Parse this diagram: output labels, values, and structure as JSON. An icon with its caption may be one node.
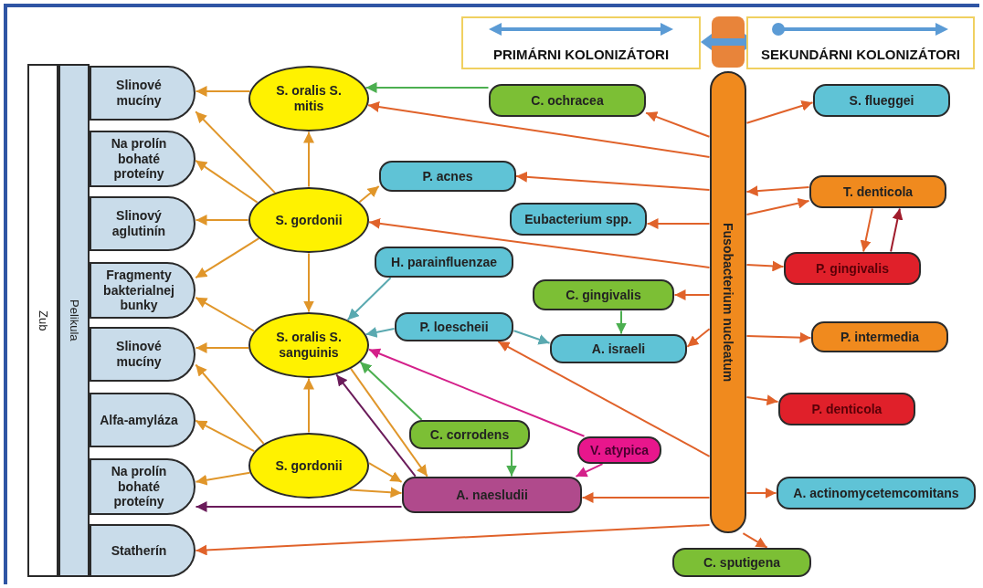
{
  "diagram": {
    "nodes": [
      {
        "text": [
          "Zub"
        ]
      },
      {
        "text": [
          "Pelikula"
        ]
      },
      {
        "text": [
          "Slinové mucíny"
        ]
      },
      {
        "text": [
          "Na prolín bohaté proteíny"
        ]
      },
      {
        "text": [
          "Slinový aglutinín"
        ]
      },
      {
        "text": [
          "Fragmenty bakterialnej bunky"
        ]
      },
      {
        "text": [
          "Slinové mucíny"
        ]
      },
      {
        "text": [
          "Alfa-amyláza"
        ]
      },
      {
        "text": [
          "Na prolín bohaté proteíny"
        ]
      },
      {
        "text": [
          "Statherín"
        ]
      },
      {
        "text": [
          "S. oralis S. mitis"
        ]
      },
      {
        "text": [
          "S. gordonii"
        ]
      },
      {
        "text": [
          "S. oralis S. sanguinis"
        ]
      },
      {
        "text": [
          "S. gordonii"
        ]
      },
      {
        "text": [
          "C. ochracea"
        ]
      },
      {
        "text": [
          "P. acnes"
        ]
      },
      {
        "text": [
          "Eubacterium spp."
        ]
      },
      {
        "text": [
          "H. parainfluenzae"
        ]
      },
      {
        "text": [
          "C. gingivalis"
        ]
      },
      {
        "text": [
          "P. loescheii"
        ]
      },
      {
        "text": [
          "A. israeli"
        ]
      },
      {
        "text": [
          "C. corrodens"
        ]
      },
      {
        "text": [
          "V. atypica"
        ]
      },
      {
        "text": [
          "A. naesludii"
        ]
      },
      {
        "text": [
          "Fusobacterium nucleatum"
        ]
      },
      {
        "text": [
          "S. flueggei"
        ]
      },
      {
        "text": [
          "T. denticola"
        ]
      },
      {
        "text": [
          "P. gingivalis"
        ]
      },
      {
        "text": [
          "P. intermedia"
        ]
      },
      {
        "text": [
          "P. denticola"
        ]
      },
      {
        "text": [
          "A. actinomycetemcomitans"
        ]
      },
      {
        "text": [
          "C. sputigena"
        ]
      }
    ],
    "edges": [
      {
        "from": 10,
        "to": 2,
        "arrow": "to",
        "color": "#e0962a"
      },
      {
        "from": 11,
        "to": 10,
        "arrow": "to",
        "color": "#e0962a"
      },
      {
        "from": 11,
        "to": 2,
        "arrow": "to",
        "color": "#e0962a"
      },
      {
        "from": 11,
        "to": 3,
        "arrow": "to",
        "color": "#e0962a"
      },
      {
        "from": 11,
        "to": 4,
        "arrow": "to",
        "color": "#e0962a"
      },
      {
        "from": 11,
        "to": 5,
        "arrow": "to",
        "color": "#e0962a"
      },
      {
        "from": 11,
        "to": 12,
        "arrow": "to",
        "color": "#e0962a"
      },
      {
        "from": 11,
        "to": 15,
        "arrow": "to",
        "color": "#e0962a"
      },
      {
        "from": 12,
        "to": 5,
        "arrow": "to",
        "color": "#e0962a"
      },
      {
        "from": 12,
        "to": 6,
        "arrow": "to",
        "color": "#e0962a"
      },
      {
        "from": 12,
        "to": 23,
        "arrow": "to",
        "color": "#e0962a"
      },
      {
        "from": 13,
        "to": 12,
        "arrow": "to",
        "color": "#e0962a"
      },
      {
        "from": 13,
        "to": 6,
        "arrow": "to",
        "color": "#e0962a"
      },
      {
        "from": 13,
        "to": 7,
        "arrow": "to",
        "color": "#e0962a"
      },
      {
        "from": 13,
        "to": 8,
        "arrow": "to",
        "color": "#e0962a"
      },
      {
        "from": 13,
        "to": 23,
        "arrow": "to",
        "color": "#e0962a"
      },
      {
        "from": 13,
        "to": 23,
        "arrow": "to",
        "color": "#e0962a"
      },
      {
        "from": 14,
        "to": 10,
        "arrow": "to",
        "color": "#4caf50"
      },
      {
        "from": 17,
        "to": 12,
        "arrow": "to",
        "color": "#5aa9b0"
      },
      {
        "from": 19,
        "to": 12,
        "arrow": "to",
        "color": "#5aa9b0"
      },
      {
        "from": 19,
        "to": 20,
        "arrow": "to",
        "color": "#5aa9b0"
      },
      {
        "from": 18,
        "to": 20,
        "arrow": "to",
        "color": "#4caf50"
      },
      {
        "from": 21,
        "to": 12,
        "arrow": "to",
        "color": "#4caf50"
      },
      {
        "from": 21,
        "to": 23,
        "arrow": "to",
        "color": "#4caf50"
      },
      {
        "from": 22,
        "to": 12,
        "arrow": "to",
        "color": "#d4208a"
      },
      {
        "from": 22,
        "to": 23,
        "arrow": "to",
        "color": "#d4208a"
      },
      {
        "from": 23,
        "to": 12,
        "arrow": "to",
        "color": "#6a1b5a"
      },
      {
        "from": 23,
        "to": 8,
        "arrow": "to",
        "color": "#6a1b5a"
      },
      {
        "from": 24,
        "to": 14,
        "arrow": "to"
      },
      {
        "from": 24,
        "to": 10,
        "arrow": "to"
      },
      {
        "from": 24,
        "to": 15,
        "arrow": "to"
      },
      {
        "from": 24,
        "to": 16,
        "arrow": "to"
      },
      {
        "from": 24,
        "to": 11,
        "arrow": "to"
      },
      {
        "from": 24,
        "to": 18,
        "arrow": "to"
      },
      {
        "from": 24,
        "to": 20,
        "arrow": "to"
      },
      {
        "from": 24,
        "to": 19,
        "arrow": "to"
      },
      {
        "from": 24,
        "to": 23,
        "arrow": "to"
      },
      {
        "from": 24,
        "to": 9,
        "arrow": "to"
      },
      {
        "from": 24,
        "to": 25,
        "arrow": "to"
      },
      {
        "from": 26,
        "to": 24,
        "arrow": "to"
      },
      {
        "from": 24,
        "to": 26,
        "arrow": "to"
      },
      {
        "from": 24,
        "to": 27,
        "arrow": "to"
      },
      {
        "from": 24,
        "to": 28,
        "arrow": "to"
      },
      {
        "from": 24,
        "to": 29,
        "arrow": "to"
      },
      {
        "from": 24,
        "to": 30,
        "arrow": "to"
      },
      {
        "from": 24,
        "to": 31,
        "arrow": "to"
      },
      {
        "from": 26,
        "to": 27,
        "arrow": "to"
      },
      {
        "from": 27,
        "to": 26,
        "arrow": "to",
        "color": "#a01c2c"
      }
    ],
    "legend": [
      {
        "text": "PRIMÁRNI KOLONIZÁTORI"
      },
      {
        "text": "SEKUNDÁRNI KOLONIZÁTORI"
      }
    ]
  }
}
